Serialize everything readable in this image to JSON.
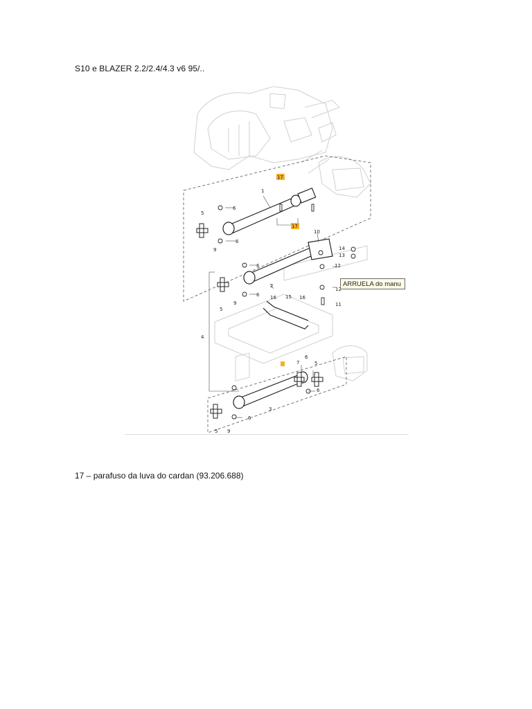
{
  "heading": "S10 e BLAZER 2.2/2.4/4.3 v6 95/..",
  "caption": "17 – parafuso da luva do cardan (93.206.688)",
  "tooltip": "ARRUELA do manu",
  "highlight_color": "#f3b128",
  "parts": {
    "p1": "1",
    "p2": "2",
    "p3": "3",
    "p4": "4",
    "p5": "5",
    "p6": "6",
    "p7": "7",
    "p9": "9",
    "p10": "10",
    "p11": "11",
    "p12": "12",
    "p13": "13",
    "p14": "14",
    "p15": "15",
    "p16": "16",
    "p17": "17"
  }
}
